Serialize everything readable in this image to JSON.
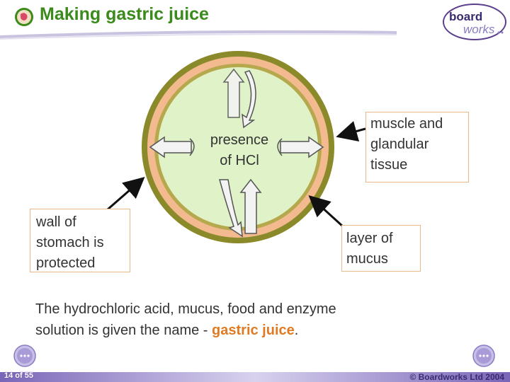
{
  "header": {
    "title": "Making gastric juice",
    "logo_top": "board",
    "logo_bottom": "works"
  },
  "diagram": {
    "center_label_line1": "presence",
    "center_label_line2": "of HCl",
    "labels": {
      "wall_protected": [
        "wall of",
        "stomach is",
        "protected"
      ],
      "muscle_tissue": [
        "muscle and",
        "glandular",
        "tissue"
      ],
      "mucus_layer": [
        "layer of",
        "mucus"
      ]
    },
    "colors": {
      "outer_ring": "#8b8a2a",
      "muscle_ring": "#f3b98f",
      "mucus_ring": "#b6a94d",
      "interior": "#dff2c8",
      "arrow_fill": "#f3f3f3"
    }
  },
  "caption": {
    "line1": "The hydrochloric acid, mucus, food and enzyme",
    "line2_prefix": "solution is given the name - ",
    "line2_highlight": "gastric juice",
    "line2_suffix": "."
  },
  "footer": {
    "page": "14 of 55",
    "copyright": "© Boardworks Ltd 2004"
  }
}
